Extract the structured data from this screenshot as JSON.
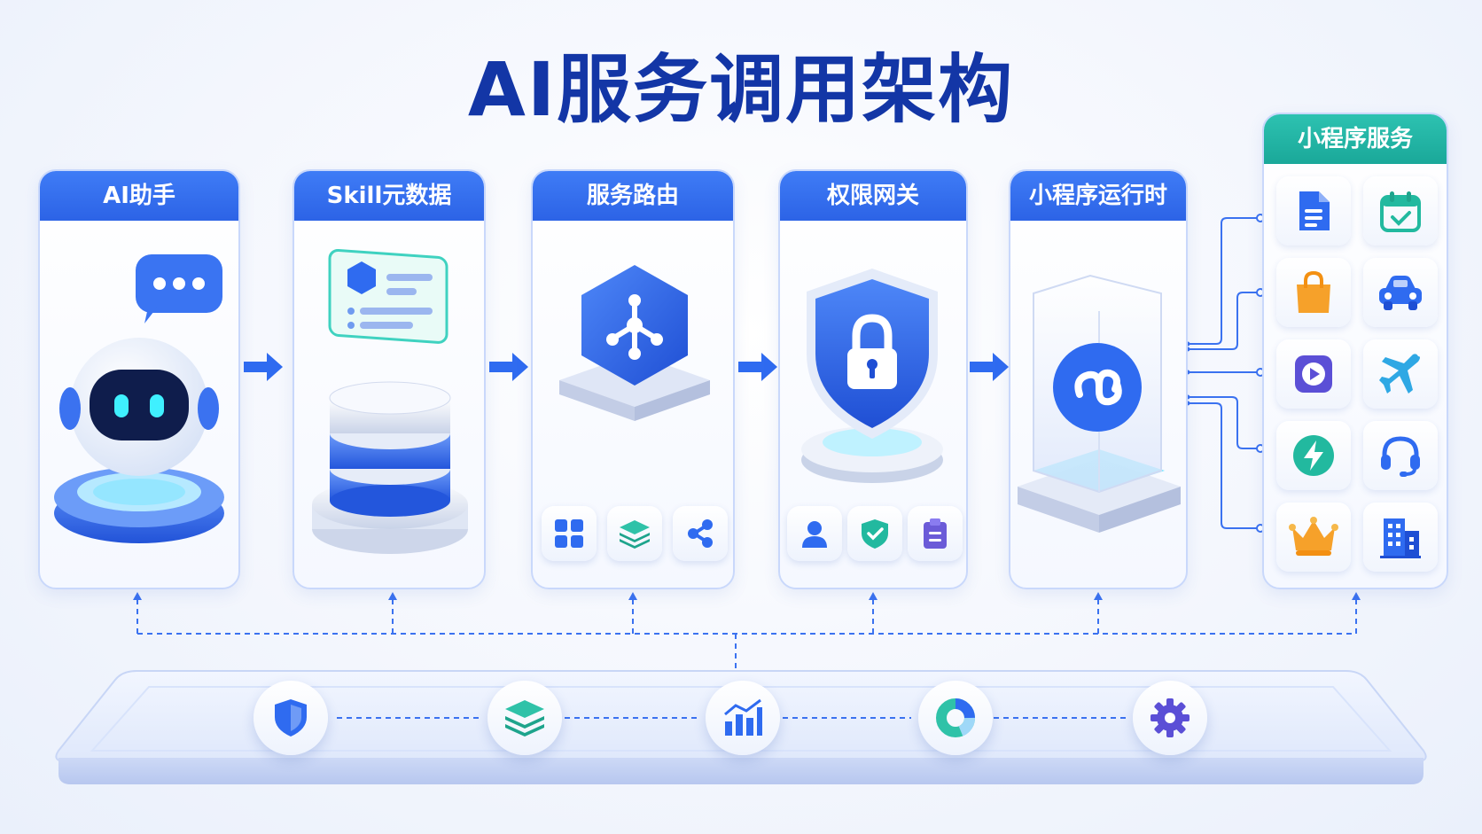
{
  "title": "AI服务调用架构",
  "stages": [
    {
      "label": "AI助手"
    },
    {
      "label": "Skill元数据"
    },
    {
      "label": "服务路由"
    },
    {
      "label": "权限网关"
    },
    {
      "label": "小程序运行时"
    },
    {
      "label": "小程序服务"
    }
  ],
  "router_modules": [
    "grid-icon",
    "layers-icon",
    "share-icon"
  ],
  "gateway_checks": [
    "user-icon",
    "shield-check-icon",
    "clipboard-icon"
  ],
  "services": [
    "document-icon",
    "calendar-check-icon",
    "shopping-bag-icon",
    "car-icon",
    "video-play-icon",
    "airplane-icon",
    "lightning-icon",
    "headset-icon",
    "crown-icon",
    "building-icon"
  ],
  "platform_modules": [
    "shield-icon",
    "layers-icon",
    "bar-chart-icon",
    "donut-chart-icon",
    "gear-icon"
  ],
  "colors": {
    "title": "#1336a6",
    "header_blue": "#2c63e6",
    "header_teal": "#1aa899",
    "accent": "#2f6bf0"
  }
}
